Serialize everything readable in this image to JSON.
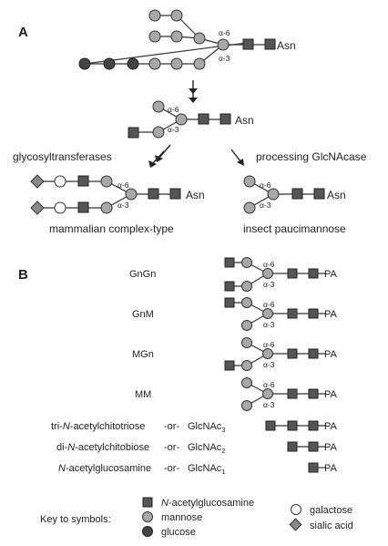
{
  "panels": {
    "a": "A",
    "b": "B"
  },
  "alpha6": "α-6",
  "alpha3": "α-3",
  "asn": "Asn",
  "pa": "PA",
  "panelA": {
    "left_enzyme": "glycosyltransferases",
    "right_enzyme": "processing GlcNAcase",
    "left_result": "mammalian complex-type",
    "right_result": "insect paucimannose"
  },
  "panelB": {
    "rows": [
      {
        "name": "GnGn"
      },
      {
        "name": "GnM"
      },
      {
        "name": "MGn"
      },
      {
        "name": "MM"
      },
      {
        "name_prefix": "tri-",
        "name_italic": "N",
        "name_rest": "-acetylchitotriose",
        "or": "-or-",
        "abbrev": "GlcNAc",
        "sub": "3"
      },
      {
        "name_prefix": "di-",
        "name_italic": "N",
        "name_rest": "-acetylchitobiose",
        "or": "-or-",
        "abbrev": "GlcNAc",
        "sub": "2"
      },
      {
        "name_prefix": "",
        "name_italic": "N",
        "name_rest": "-acetylglucosamine",
        "or": "-or-",
        "abbrev": "GlcNAc",
        "sub": "1"
      }
    ]
  },
  "key": {
    "title": "Key to symbols:",
    "glcnac_italic": "N",
    "glcnac_rest": "-acetylglucosamine",
    "mannose": "mannose",
    "glucose": "glucose",
    "galactose": "galactose",
    "sialic_acid": "sialic acid"
  },
  "symbols": {
    "mannose": "grey-circle",
    "glcnac": "dark-square",
    "glucose": "black-circle",
    "galactose": "white-circle",
    "sialic_acid": "grey-diamond"
  }
}
